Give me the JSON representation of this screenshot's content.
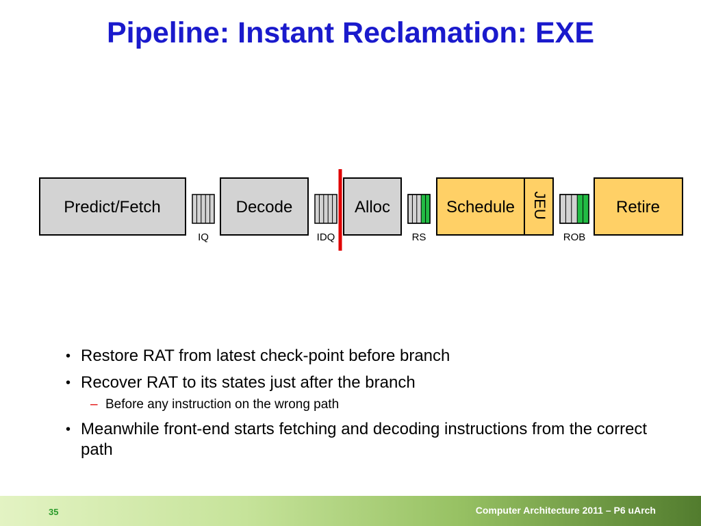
{
  "title": "Pipeline: Instant Reclamation: EXE",
  "stages": {
    "predict_fetch": "Predict/Fetch",
    "decode": "Decode",
    "alloc": "Alloc",
    "schedule": "Schedule",
    "jeu": "JEU",
    "retire": "Retire"
  },
  "queues": {
    "iq": "IQ",
    "idq": "IDQ",
    "rs": "RS",
    "rob": "ROB"
  },
  "bullets": [
    {
      "text": "Restore RAT from latest check-point before branch",
      "sub": []
    },
    {
      "text": "Recover RAT to its states just after the branch",
      "sub": [
        "Before any instruction on the wrong path"
      ]
    },
    {
      "text": "Meanwhile front-end starts fetching and decoding instructions from the correct path",
      "sub": []
    }
  ],
  "footer": {
    "page_number": "35",
    "course": "Computer Architecture 2011 – P6 uArch"
  },
  "colors": {
    "title": "#1a1acc",
    "stage_gray": "#d3d3d3",
    "stage_orange": "#ffd066",
    "flush_line": "#e00000",
    "queue_green": "#22bb44"
  }
}
